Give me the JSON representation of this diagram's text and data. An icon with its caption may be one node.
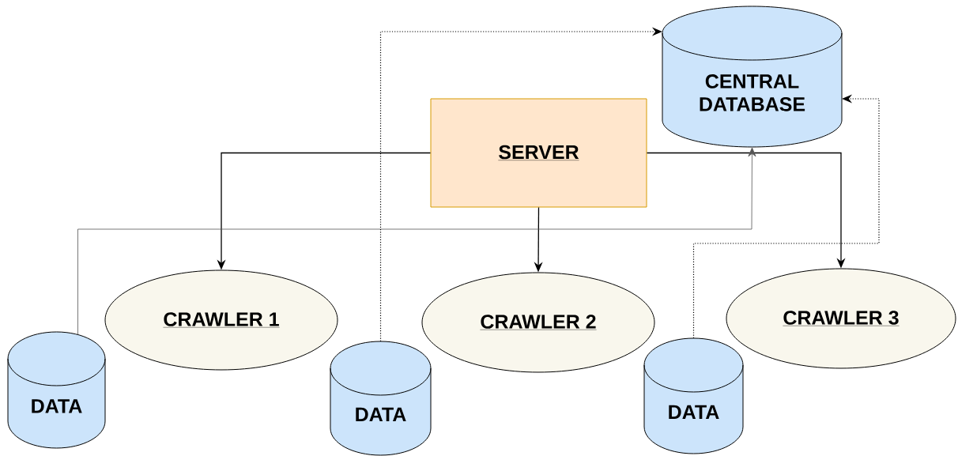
{
  "diagram": {
    "nodes": [
      {
        "text": [
          "CENTRAL DATABASE"
        ]
      },
      {
        "text": [
          "SERVER"
        ]
      },
      {
        "text": [
          "CRAWLER 1"
        ]
      },
      {
        "text": [
          "CRAWLER 2"
        ]
      },
      {
        "text": [
          "CRAWLER 3"
        ]
      },
      {
        "text": [
          "DATA"
        ]
      },
      {
        "text": [
          "DATA"
        ]
      },
      {
        "text": [
          "DATA"
        ]
      }
    ],
    "edges": [
      {
        "from": 1,
        "to": 2,
        "arrow": "to"
      },
      {
        "from": 1,
        "to": 3,
        "arrow": "to"
      },
      {
        "from": 1,
        "to": 4,
        "arrow": "to"
      },
      {
        "from": 5,
        "to": 0,
        "arrow": "to",
        "color": "#555555"
      },
      {
        "from": 6,
        "to": 0,
        "arrow": "to",
        "style": "dashed"
      },
      {
        "from": 7,
        "to": 0,
        "arrow": "to",
        "style": "dashed"
      }
    ]
  }
}
